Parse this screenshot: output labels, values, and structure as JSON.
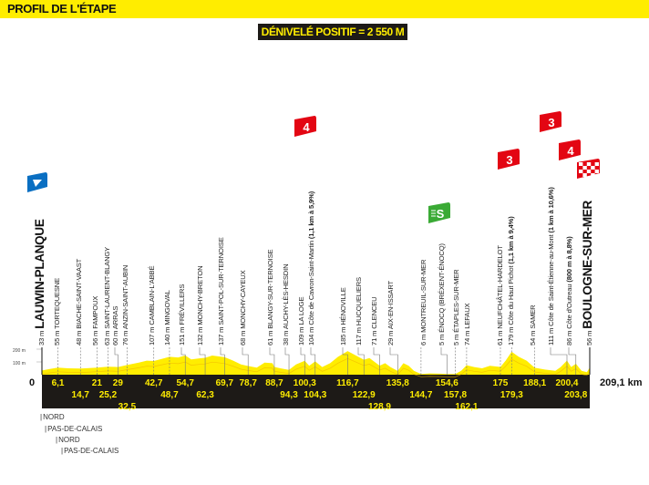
{
  "header": {
    "title": "PROFIL DE L'ÉTAPE"
  },
  "elevation_gain": "DÉNIVELÉ POSITIF = 2 550 M",
  "colors": {
    "brand_yellow": "#ffed00",
    "band": "#1d1a17",
    "climb_red": "#e30613",
    "sprint_green": "#3aaa35",
    "start_blue": "#0a6fc2"
  },
  "chart_data": {
    "type": "area",
    "title": "",
    "x_start_label": "0",
    "x_end_label": "209,1 km",
    "xlim": [
      0,
      209.1
    ],
    "y_ticks": [
      "100 m",
      "200 m"
    ],
    "ylim": [
      0,
      200
    ],
    "locations": [
      {
        "km": 0,
        "alt": "33 m",
        "name": "LAUWIN-PLANQUE",
        "major": true,
        "badge": "start"
      },
      {
        "km": 6.1,
        "km_label": "6,1",
        "alt": "55 m",
        "name": "TORTEQUESNE"
      },
      {
        "km": 14.7,
        "km_label": "14,7",
        "alt": "48 m",
        "name": "BIACHE-SAINT-VAAST"
      },
      {
        "km": 21,
        "km_label": "21",
        "alt": "56 m",
        "name": "FAMPOUX"
      },
      {
        "km": 25.2,
        "km_label": "25,2",
        "alt": "63 m",
        "name": "SAINT-LAURENT-BLANGY"
      },
      {
        "km": 29,
        "km_label": "29",
        "alt": "60 m",
        "name": "ARRAS"
      },
      {
        "km": 32.5,
        "km_label": "32,5",
        "alt": "76 m",
        "name": "ANZIN-SAINT-AUBIN"
      },
      {
        "km": 42.7,
        "km_label": "42,7",
        "alt": "107 m",
        "name": "CAMBLAIN-L'ABBÉ"
      },
      {
        "km": 48.7,
        "km_label": "48,7",
        "alt": "140 m",
        "name": "MINGOVAL"
      },
      {
        "km": 54.7,
        "km_label": "54,7",
        "alt": "151 m",
        "name": "FRÉVILLERS"
      },
      {
        "km": 62.3,
        "km_label": "62,3",
        "alt": "132 m",
        "name": "MONCHY-BRETON"
      },
      {
        "km": 69.7,
        "km_label": "69,7",
        "alt": "137 m",
        "name": "SAINT-POL-SUR-TERNOISE"
      },
      {
        "km": 78.7,
        "km_label": "78,7",
        "alt": "68 m",
        "name": "MONCHY-CAYEUX"
      },
      {
        "km": 88.7,
        "km_label": "88,7",
        "alt": "61 m",
        "name": "BLANGY-SUR-TERNOISE"
      },
      {
        "km": 94.3,
        "km_label": "94,3",
        "alt": "38 m",
        "name": "AUCHY-LÈS-HESDIN"
      },
      {
        "km": 100.3,
        "km_label": "100,3",
        "alt": "109 m",
        "name": "LA LOGE"
      },
      {
        "km": 104.3,
        "km_label": "104,3",
        "alt": "104 m",
        "name": "Côte de Cavron-Saint-Martin",
        "detail": "(1,1 km à 5,9%)",
        "badge": "cat4",
        "badge_label": "4"
      },
      {
        "km": 116.7,
        "km_label": "116,7",
        "alt": "185 m",
        "name": "HÉNOVILLE"
      },
      {
        "km": 122.9,
        "km_label": "122,9",
        "alt": "117 m",
        "name": "HUCQUELIERS"
      },
      {
        "km": 128.9,
        "km_label": "128,9",
        "alt": "71 m",
        "name": "CLENCEU"
      },
      {
        "km": 135.8,
        "km_label": "135,8",
        "alt": "29 m",
        "name": "AIX-EN-ISSART"
      },
      {
        "km": 144.7,
        "km_label": "144,7",
        "alt": "6 m",
        "name": "MONTREUIL-SUR-MER"
      },
      {
        "km": 154.6,
        "km_label": "154,6",
        "alt": "5 m",
        "name": "ÉNOCQ (BRÉXENT-ÉNOCQ)",
        "badge": "sprint",
        "badge_label": "S"
      },
      {
        "km": 157.8,
        "km_label": "157,8",
        "alt": "5 m",
        "name": "ÉTAPLES-SUR-MER"
      },
      {
        "km": 162.1,
        "km_label": "162,1",
        "alt": "74 m",
        "name": "LEFAUX"
      },
      {
        "km": 175,
        "km_label": "175",
        "alt": "61 m",
        "name": "NEUFCHÂTEL-HARDELOT"
      },
      {
        "km": 179.3,
        "km_label": "179,3",
        "alt": "179 m",
        "name": "Côte du Haut Pichot",
        "detail": "(1,1 km à 9,4%)",
        "badge": "cat3",
        "badge_label": "3"
      },
      {
        "km": 188.1,
        "km_label": "188,1",
        "alt": "54 m",
        "name": "SAMER"
      },
      {
        "km": 200.4,
        "km_label": "200,4",
        "alt": "111 m",
        "name": "Côte de Saint-Étienne-au-Mont",
        "detail": "(1 km à 10,6%)",
        "badge": "cat3",
        "badge_label": "3"
      },
      {
        "km": 203.8,
        "km_label": "203,8",
        "alt": "86 m",
        "name": "Côte d'Outreau",
        "detail": "(800 m à 8,8%)",
        "badge": "cat4",
        "badge_label": "4"
      },
      {
        "km": 209.1,
        "alt": "56 m",
        "name": "BOULOGNE-SUR-MER",
        "major": true,
        "badge": "finish"
      }
    ],
    "profile": [
      [
        0,
        33
      ],
      [
        3,
        45
      ],
      [
        6.1,
        55
      ],
      [
        10,
        50
      ],
      [
        14.7,
        48
      ],
      [
        18,
        52
      ],
      [
        21,
        56
      ],
      [
        25.2,
        63
      ],
      [
        29,
        60
      ],
      [
        32.5,
        76
      ],
      [
        37,
        95
      ],
      [
        40,
        110
      ],
      [
        42.7,
        107
      ],
      [
        46,
        125
      ],
      [
        48.7,
        140
      ],
      [
        52,
        135
      ],
      [
        54.7,
        151
      ],
      [
        57,
        120
      ],
      [
        60,
        128
      ],
      [
        62.3,
        132
      ],
      [
        65,
        150
      ],
      [
        69.7,
        137
      ],
      [
        73,
        110
      ],
      [
        76,
        80
      ],
      [
        78.7,
        68
      ],
      [
        82,
        55
      ],
      [
        85,
        95
      ],
      [
        88,
        90
      ],
      [
        88.7,
        61
      ],
      [
        91,
        50
      ],
      [
        94.3,
        38
      ],
      [
        97,
        80
      ],
      [
        100.3,
        109
      ],
      [
        102,
        70
      ],
      [
        104.3,
        104
      ],
      [
        107,
        60
      ],
      [
        110,
        90
      ],
      [
        113,
        140
      ],
      [
        116.7,
        185
      ],
      [
        119,
        160
      ],
      [
        122.9,
        117
      ],
      [
        125,
        130
      ],
      [
        128.9,
        71
      ],
      [
        131,
        90
      ],
      [
        133,
        60
      ],
      [
        135.8,
        29
      ],
      [
        138,
        90
      ],
      [
        140,
        70
      ],
      [
        142,
        30
      ],
      [
        144.7,
        6
      ],
      [
        148,
        10
      ],
      [
        152,
        8
      ],
      [
        154.6,
        5
      ],
      [
        157.8,
        5
      ],
      [
        160,
        30
      ],
      [
        162.1,
        74
      ],
      [
        165,
        60
      ],
      [
        168,
        50
      ],
      [
        171,
        70
      ],
      [
        175,
        61
      ],
      [
        177,
        110
      ],
      [
        179.3,
        179
      ],
      [
        182,
        140
      ],
      [
        185,
        110
      ],
      [
        188.1,
        54
      ],
      [
        192,
        40
      ],
      [
        196,
        30
      ],
      [
        198,
        60
      ],
      [
        200.4,
        111
      ],
      [
        202,
        60
      ],
      [
        203.8,
        86
      ],
      [
        206,
        30
      ],
      [
        208,
        20
      ],
      [
        209.1,
        56
      ]
    ],
    "departments": [
      "NORD",
      "PAS-DE-CALAIS",
      "NORD",
      "PAS-DE-CALAIS"
    ]
  }
}
